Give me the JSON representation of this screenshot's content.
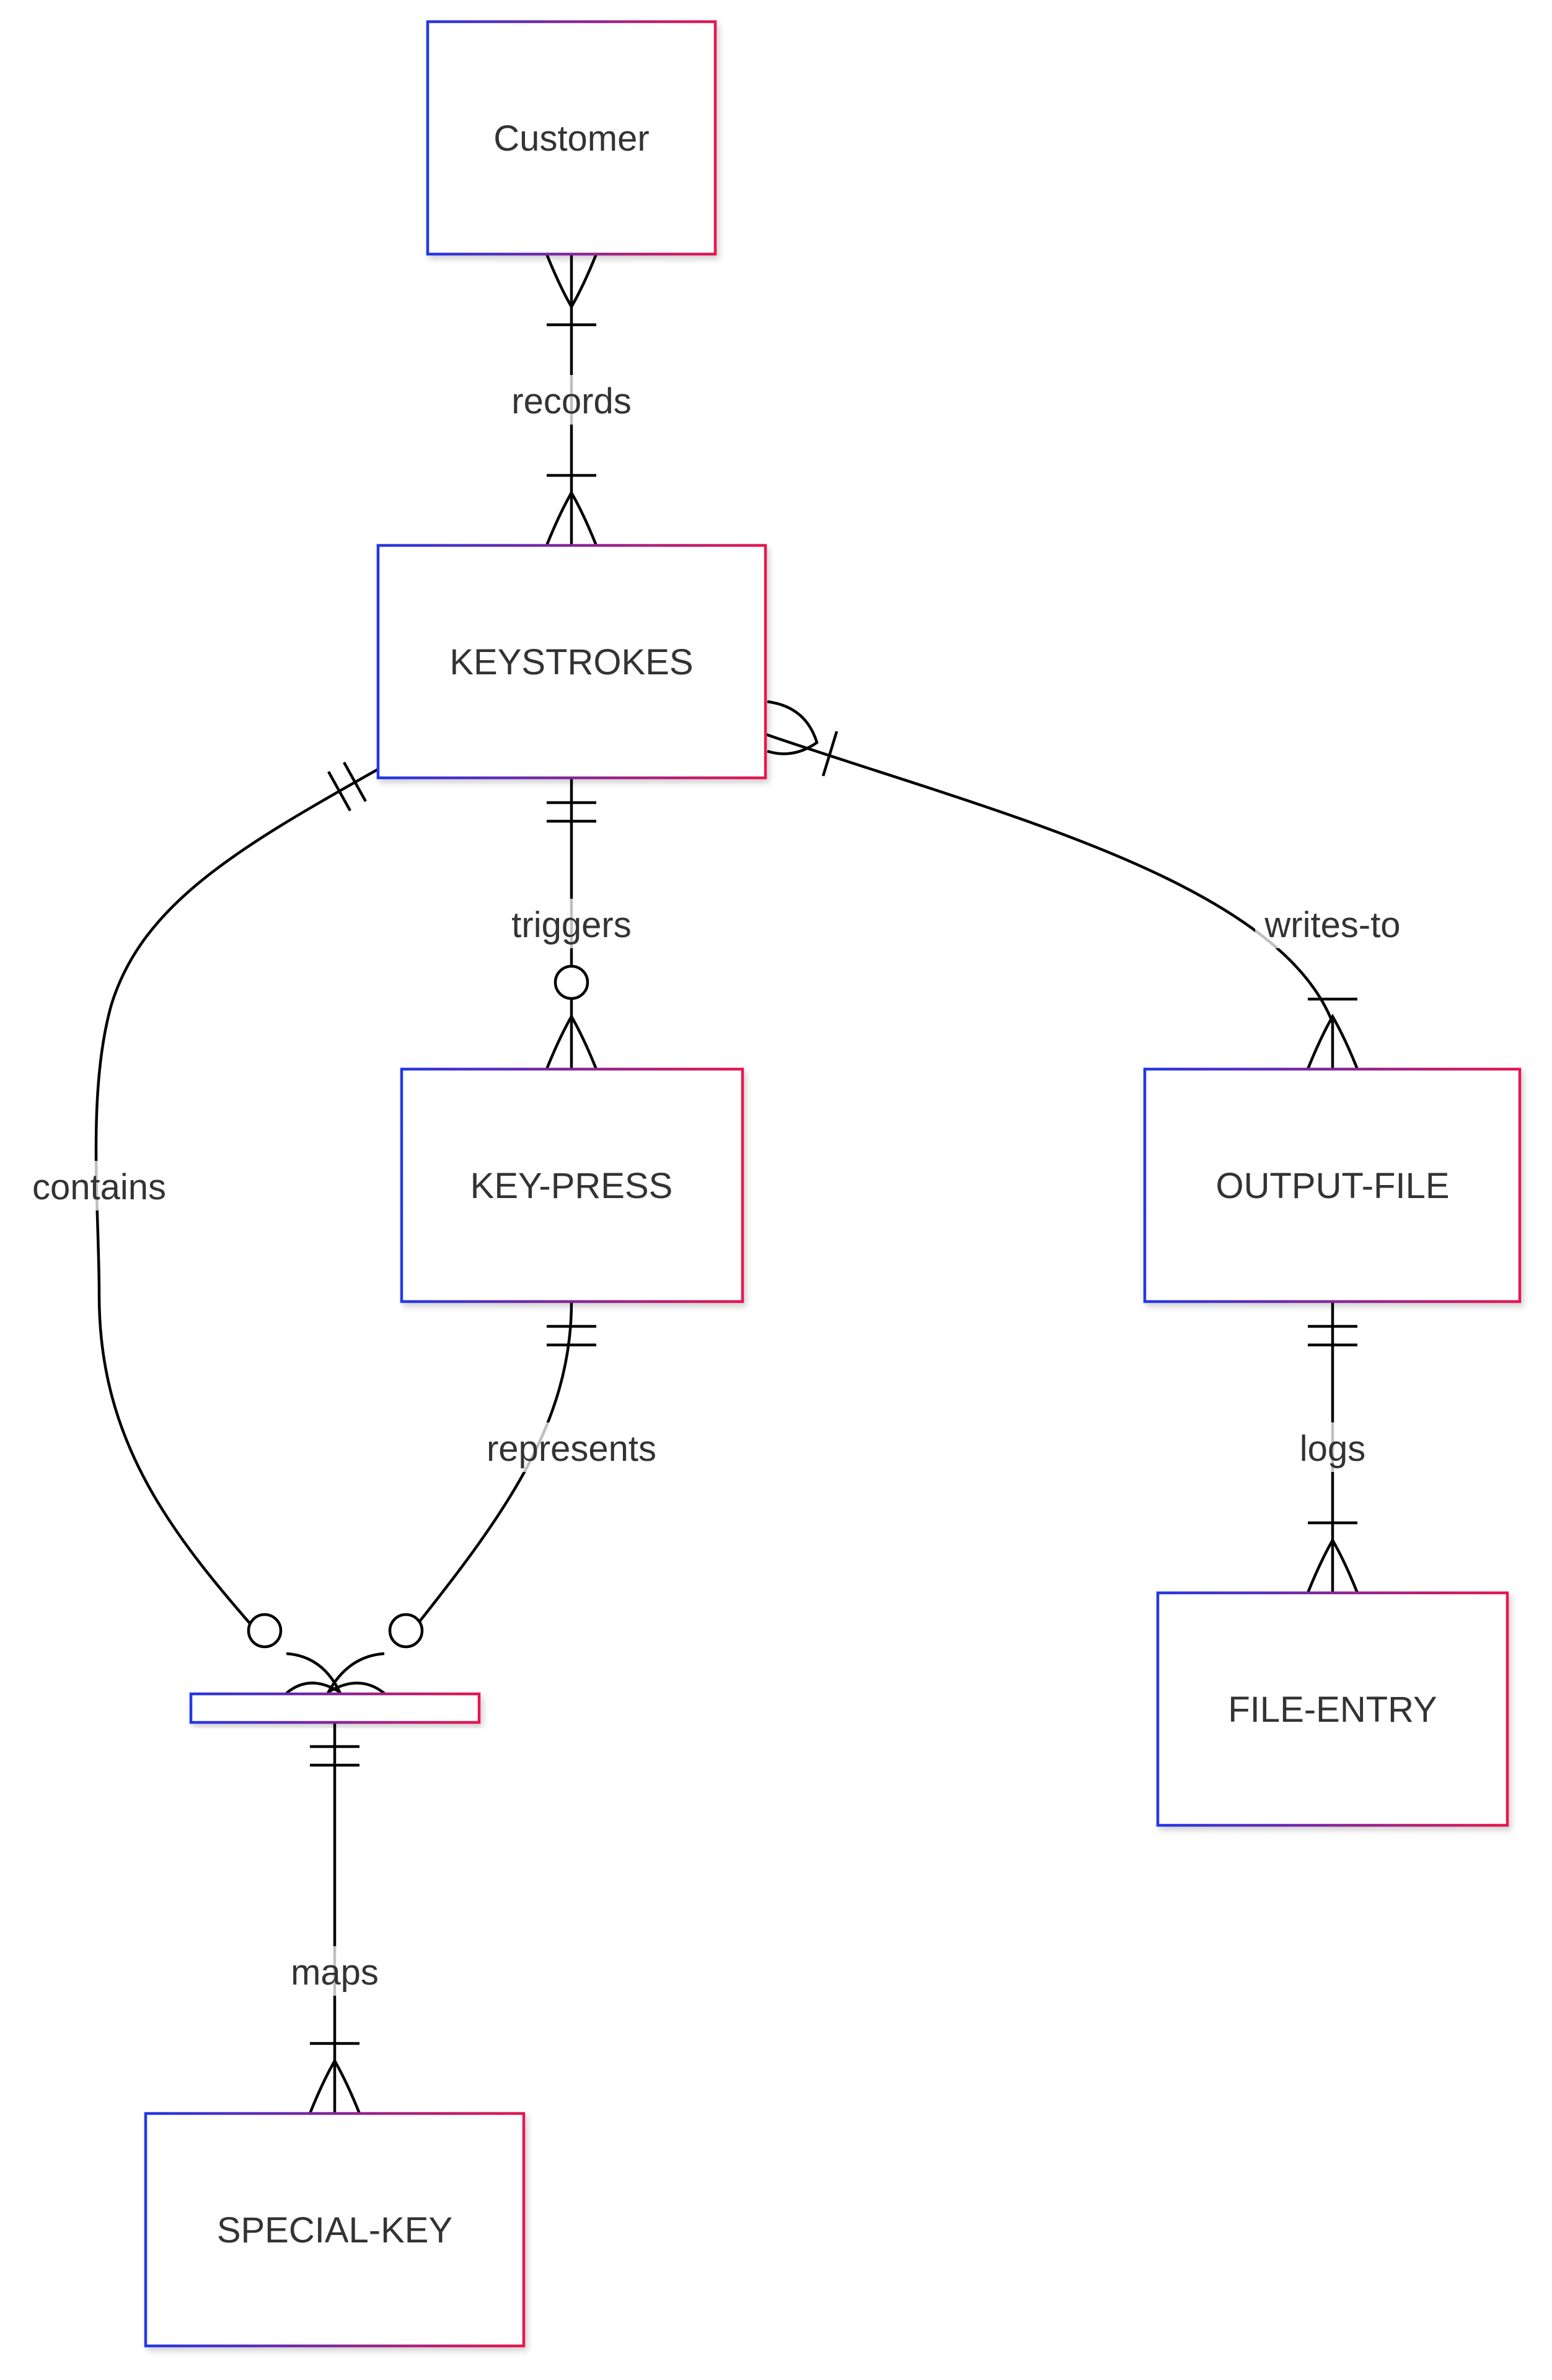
{
  "colors": {
    "entity_border_start": "#2337e6",
    "entity_border_end": "#e8174f",
    "edge": "#000000",
    "text": "#333333",
    "background": "#ffffff"
  },
  "entities": {
    "customer": "Customer",
    "keystrokes": "KEYSTROKES",
    "key_press": "KEY-PRESS",
    "output_file": "OUTPUT-FILE",
    "file_entry": "FILE-ENTRY",
    "special_key": "SPECIAL-KEY",
    "unnamed": ""
  },
  "relationships": {
    "records": "records",
    "triggers": "triggers",
    "writes_to": "writes-to",
    "contains": "contains",
    "represents": "represents",
    "logs": "logs",
    "maps": "maps"
  }
}
